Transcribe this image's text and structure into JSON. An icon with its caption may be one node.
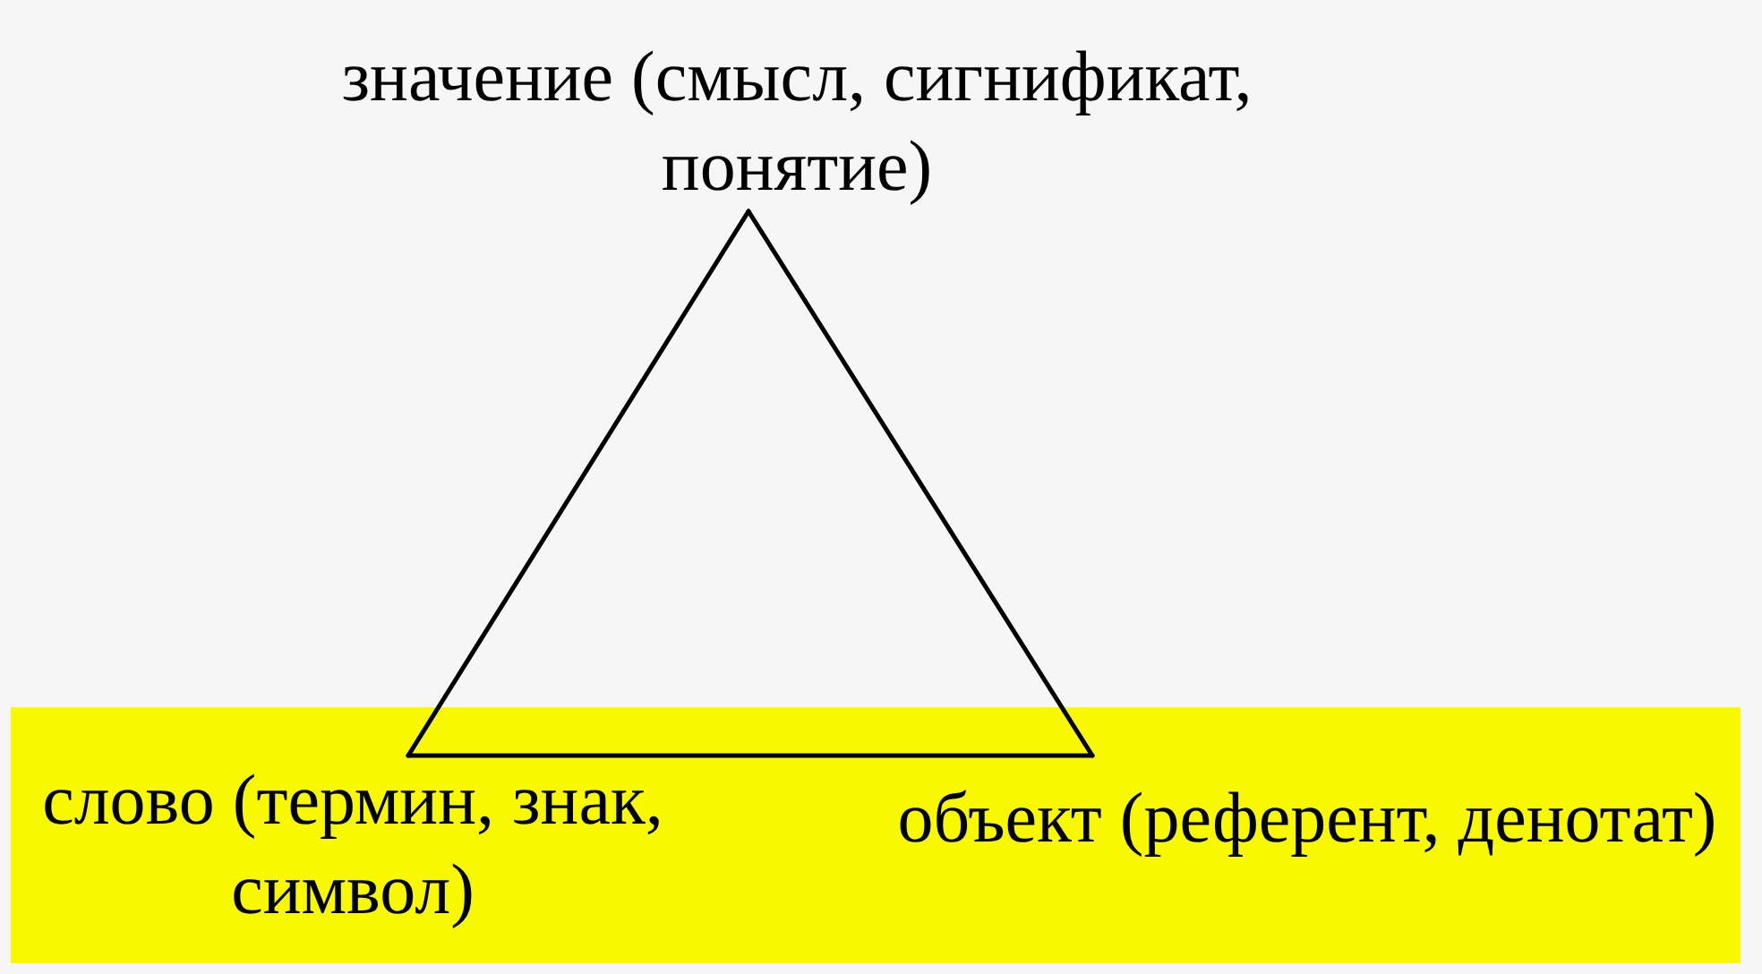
{
  "diagram": {
    "nodes": [
      {
        "text": [
          "значение (смысл, сигнификат, понятие)"
        ]
      },
      {
        "text": [],
        "shape": "band"
      },
      {
        "text": [
          "слово (термин, знак, символ)"
        ],
        "in": 1
      },
      {
        "text": [
          "объект (референт, денотат)"
        ],
        "in": 1
      }
    ],
    "edges": [
      {
        "from": 0,
        "to": 2,
        "arrow": "none"
      },
      {
        "from": 0,
        "to": 3,
        "arrow": "none"
      },
      {
        "from": 2,
        "to": 3,
        "arrow": "none"
      }
    ]
  }
}
